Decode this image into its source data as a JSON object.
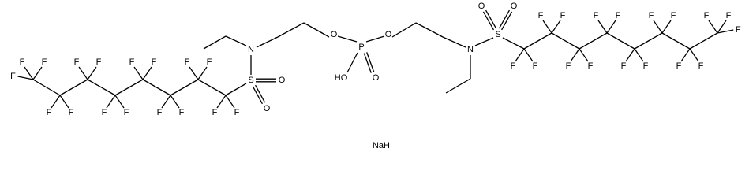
{
  "structure": {
    "counter_ion": "NaH",
    "linker": {
      "phosphorus": "P",
      "hydroxyl": "HO",
      "phosphoryl_oxygen": "O",
      "ester_oxygens": [
        "O",
        "O"
      ]
    },
    "left_arm": {
      "nitrogen": "N",
      "sulfur": "S",
      "sulfonyl_oxygens": [
        "O",
        "O"
      ]
    },
    "right_arm": {
      "nitrogen": "N",
      "sulfur": "S",
      "sulfonyl_oxygens": [
        "O",
        "O"
      ]
    },
    "fluorine_label": "F",
    "fluorines_per_chain": 17
  }
}
